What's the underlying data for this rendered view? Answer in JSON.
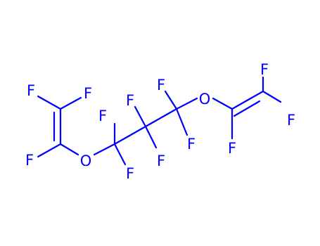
{
  "molecule": {
    "colors": {
      "bond": "#0000ff",
      "label": "#0000ff",
      "background": "#ffffff"
    },
    "atoms": [
      {
        "id": "a1",
        "element": "F"
      },
      {
        "id": "a2",
        "element": "F"
      },
      {
        "id": "a3",
        "element": "F"
      },
      {
        "id": "a4",
        "element": "O"
      },
      {
        "id": "a5",
        "element": "F"
      },
      {
        "id": "a6",
        "element": "F"
      },
      {
        "id": "a7",
        "element": "F"
      },
      {
        "id": "a8",
        "element": "F"
      },
      {
        "id": "a9",
        "element": "F"
      },
      {
        "id": "a10",
        "element": "F"
      },
      {
        "id": "a11",
        "element": "O"
      },
      {
        "id": "a12",
        "element": "F"
      },
      {
        "id": "a13",
        "element": "F"
      },
      {
        "id": "a14",
        "element": "F"
      }
    ]
  }
}
